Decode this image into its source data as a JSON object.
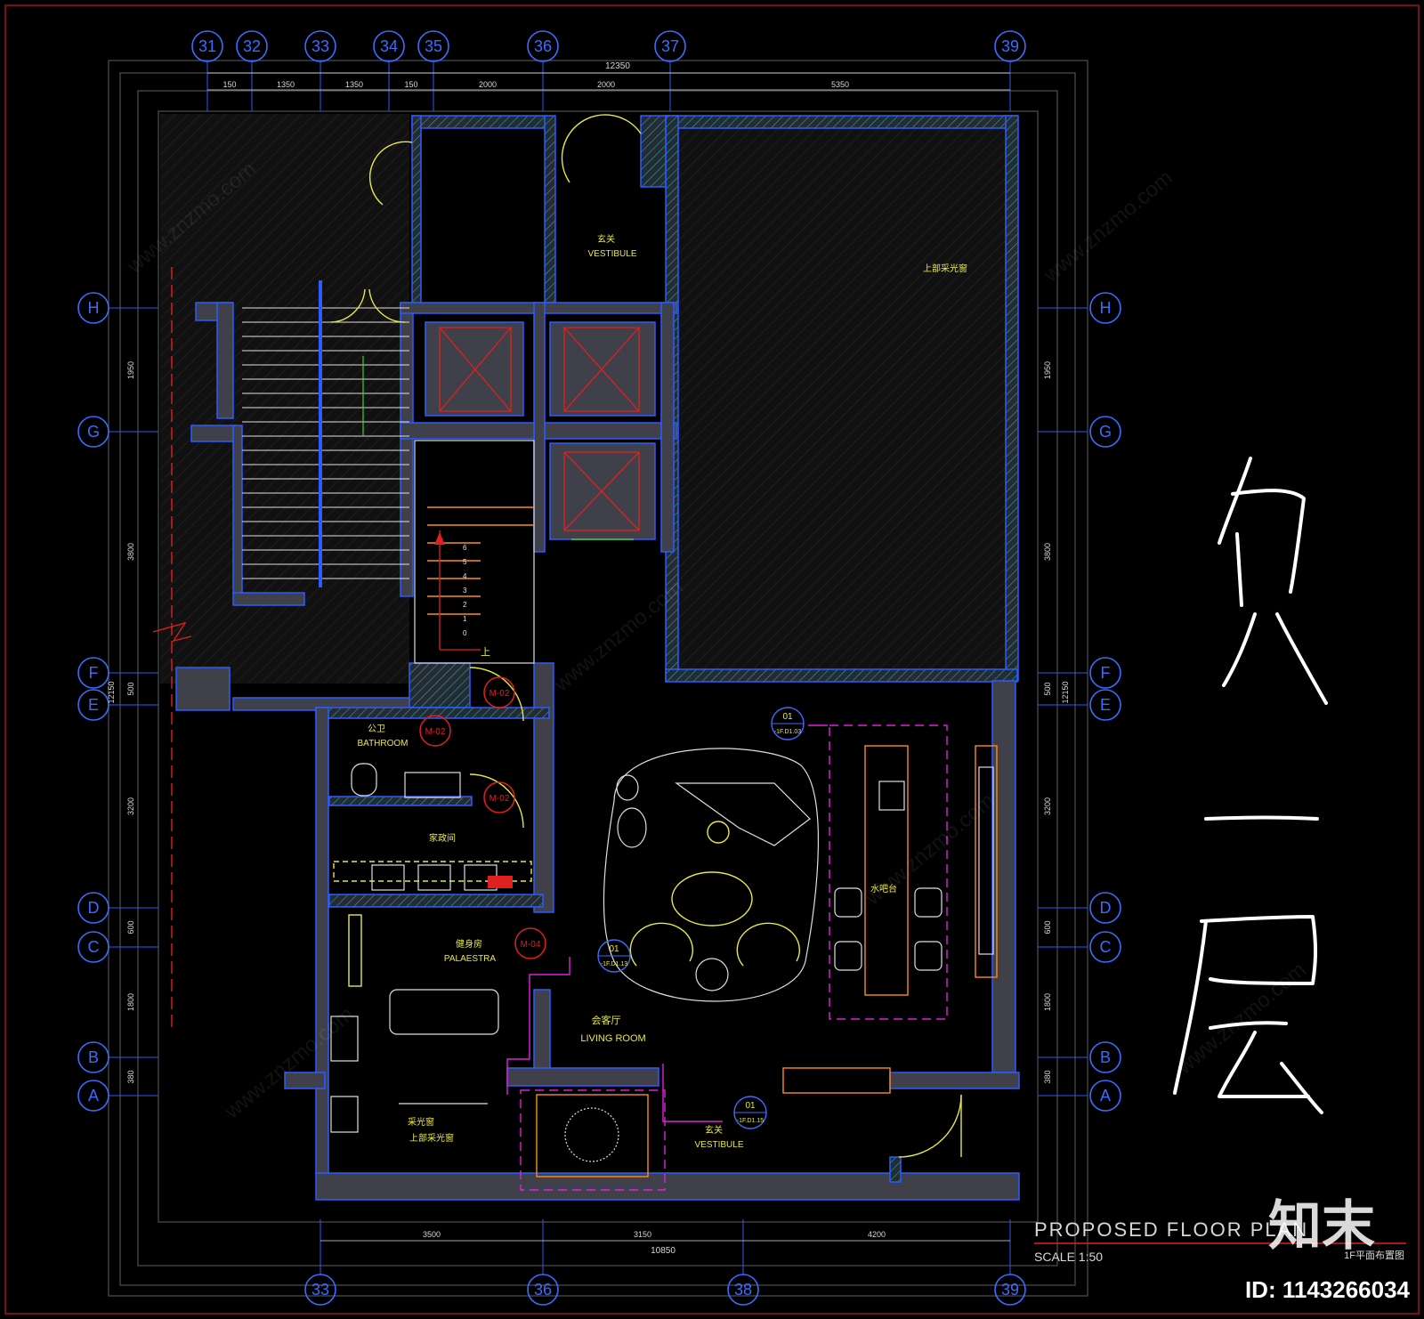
{
  "top_axes": [
    "31",
    "32",
    "33",
    "34",
    "35",
    "36",
    "37",
    "39"
  ],
  "bottom_axes": [
    "33",
    "36",
    "38",
    "39"
  ],
  "row_axes": [
    "H",
    "G",
    "F",
    "E",
    "D",
    "C",
    "B",
    "A"
  ],
  "top_total": "12350",
  "top_dims": [
    "150",
    "1350",
    "1350",
    "150",
    "2000",
    "2000",
    "5350"
  ],
  "bottom_dims": [
    "3500",
    "3150",
    "4200"
  ],
  "bottom_total": "10850",
  "left_dims": [
    "1950",
    "3800",
    "500",
    "3200",
    "600",
    "1800",
    "380"
  ],
  "left_total": "12150",
  "right_dims": [
    "1950",
    "3800",
    "500",
    "3200",
    "600",
    "1800",
    "380"
  ],
  "right_total": "12150",
  "rooms": {
    "vestibule_top_cn": "玄关",
    "vestibule_top_en": "VESTIBULE",
    "skylight_top": "上部采光窗",
    "bathroom_cn": "公卫",
    "bathroom_en": "BATHROOM",
    "laundry_cn": "家政间",
    "palaestra_cn": "健身房",
    "palaestra_en": "PALAESTRA",
    "living_cn": "会客厅",
    "living_en": "LIVING ROOM",
    "bar_cn": "水吧台",
    "vestibule_bottom_cn": "玄关",
    "vestibule_bottom_en": "VESTIBULE",
    "skylight_bottom_a": "采光窗",
    "skylight_bottom_b": "上部采光窗"
  },
  "door_tags": [
    "M-02",
    "M-02",
    "M-02",
    "M-04"
  ],
  "elevation_tags": [
    {
      "num": "01",
      "ref": "-1F.D1.03"
    },
    {
      "num": "01",
      "ref": "-1F.D1.13"
    },
    {
      "num": "01",
      "ref": "-1F.D1.15"
    }
  ],
  "stair_steps": [
    "6",
    "5",
    "4",
    "3",
    "2",
    "1",
    "0"
  ],
  "stair_up": "上",
  "title": {
    "main": "PROPOSED FLOOR PLAN",
    "scale": "SCALE 1:50",
    "cn_caption": "1F平面布置图"
  },
  "handwritten": "负一层",
  "watermark": {
    "brand_cn": "知末",
    "site": "www.znzmo.com",
    "id": "ID: 1143266034"
  },
  "colors": {
    "background": "#000000",
    "wall_outline": "#2b5cff",
    "labels": "#e8e844",
    "elevation": "#e020e0",
    "hidden": "#e02020"
  }
}
